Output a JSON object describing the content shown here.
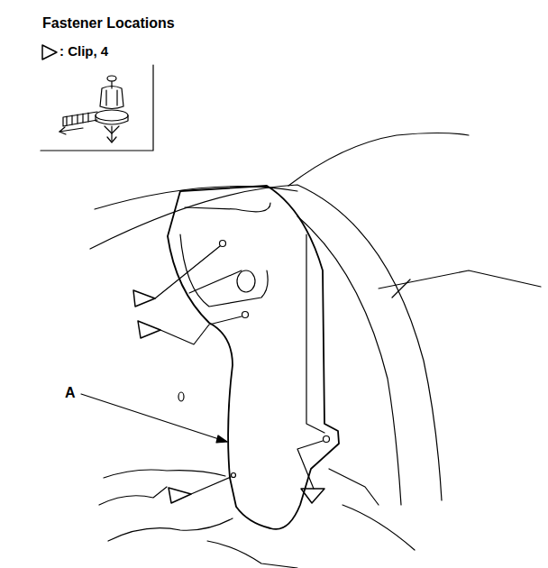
{
  "diagram": {
    "title": "Fastener Locations",
    "labels": [
      "A"
    ],
    "legend": [
      {
        "text": ": Clip, 4"
      }
    ]
  }
}
